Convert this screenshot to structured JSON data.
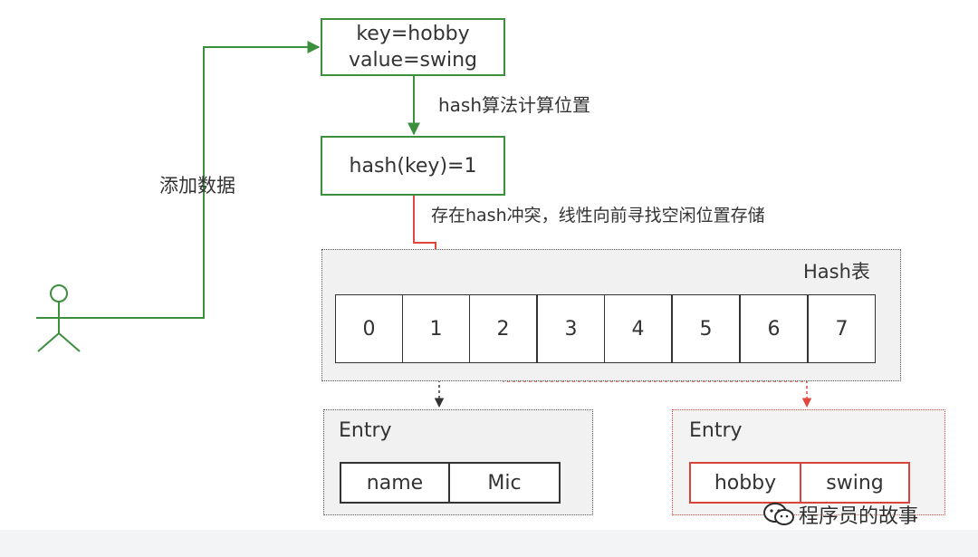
{
  "input_box": {
    "line1": "key=hobby",
    "line2": "value=swing"
  },
  "hash_step_label": "hash算法计算位置",
  "hash_result_box": "hash(key)=1",
  "add_data_label": "添加数据",
  "conflict_label": "存在hash冲突，线性向前寻找空闲位置存储",
  "hash_table": {
    "title": "Hash表",
    "slots": [
      "0",
      "1",
      "2",
      "3",
      "4",
      "5",
      "6",
      "7"
    ]
  },
  "entry_left": {
    "title": "Entry",
    "key": "name",
    "value": "Mic"
  },
  "entry_right": {
    "title": "Entry",
    "key": "hobby",
    "value": "swing"
  },
  "watermark": {
    "icon": "wechat-icon",
    "text": "程序员的故事"
  },
  "colors": {
    "green": "#3c8f3c",
    "red": "#e0463b",
    "dark": "#333333"
  }
}
